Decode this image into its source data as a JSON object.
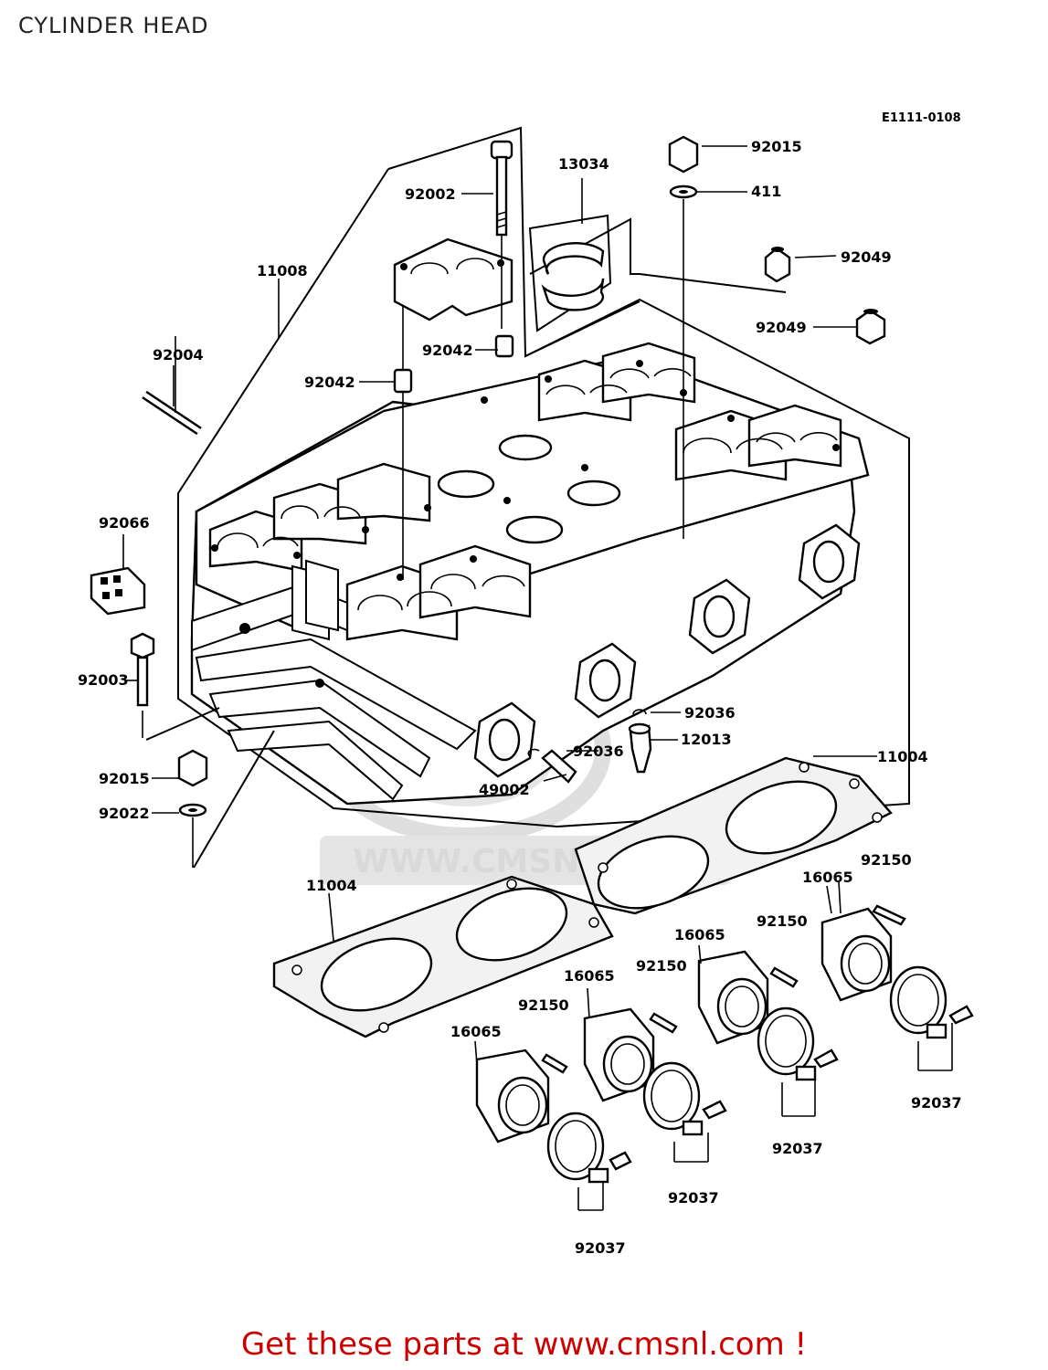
{
  "title": "CYLINDER HEAD",
  "diagram_code": "E1111-0108",
  "watermark": {
    "url": "WWW.CMSNL.COM"
  },
  "footer": "Get these parts at www.cmsnl.com !",
  "colors": {
    "footer": "#cc0000",
    "line": "#000000",
    "watermark": "#d9d9d9"
  },
  "parts": [
    {
      "id": "p-13034",
      "label": "13034"
    },
    {
      "id": "p-92015a",
      "label": "92015"
    },
    {
      "id": "p-411",
      "label": "411"
    },
    {
      "id": "p-92002",
      "label": "92002"
    },
    {
      "id": "p-11008",
      "label": "11008"
    },
    {
      "id": "p-92049a",
      "label": "92049"
    },
    {
      "id": "p-92049b",
      "label": "92049"
    },
    {
      "id": "p-92004",
      "label": "92004"
    },
    {
      "id": "p-92042a",
      "label": "92042"
    },
    {
      "id": "p-92042b",
      "label": "92042"
    },
    {
      "id": "p-92066",
      "label": "92066"
    },
    {
      "id": "p-92003",
      "label": "92003"
    },
    {
      "id": "p-92036a",
      "label": "92036"
    },
    {
      "id": "p-12013",
      "label": "12013"
    },
    {
      "id": "p-92036b",
      "label": "92036"
    },
    {
      "id": "p-11004a",
      "label": "11004"
    },
    {
      "id": "p-92015b",
      "label": "92015"
    },
    {
      "id": "p-49002",
      "label": "49002"
    },
    {
      "id": "p-92022",
      "label": "92022"
    },
    {
      "id": "p-92150a",
      "label": "92150"
    },
    {
      "id": "p-11004b",
      "label": "11004"
    },
    {
      "id": "p-16065a",
      "label": "16065"
    },
    {
      "id": "p-92150b",
      "label": "92150"
    },
    {
      "id": "p-16065b",
      "label": "16065"
    },
    {
      "id": "p-92150c",
      "label": "92150"
    },
    {
      "id": "p-16065c",
      "label": "16065"
    },
    {
      "id": "p-92150d",
      "label": "92150"
    },
    {
      "id": "p-16065d",
      "label": "16065"
    },
    {
      "id": "p-92037a",
      "label": "92037"
    },
    {
      "id": "p-92037b",
      "label": "92037"
    },
    {
      "id": "p-92037c",
      "label": "92037"
    },
    {
      "id": "p-92037d",
      "label": "92037"
    }
  ]
}
